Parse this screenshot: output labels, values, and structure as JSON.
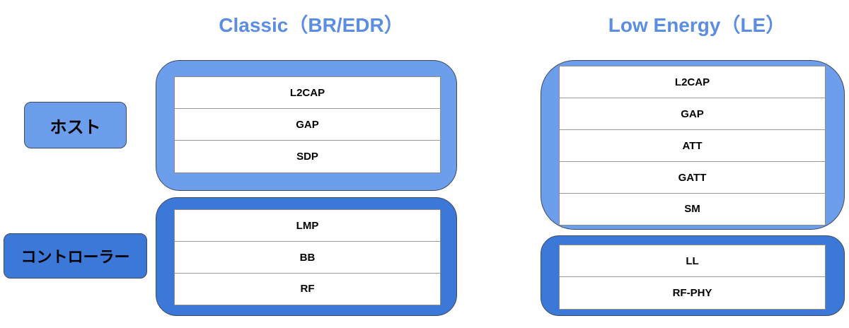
{
  "classic": {
    "title": "Classic（BR/EDR）",
    "host_layers": [
      "L2CAP",
      "GAP",
      "SDP"
    ],
    "controller_layers": [
      "LMP",
      "BB",
      "RF"
    ]
  },
  "le": {
    "title": "Low Energy（LE）",
    "host_layers": [
      "L2CAP",
      "GAP",
      "ATT",
      "GATT",
      "SM"
    ],
    "controller_layers": [
      "LL",
      "RF-PHY"
    ]
  },
  "labels": {
    "host": "ホスト",
    "controller": "コントローラー"
  },
  "colors": {
    "title": "#5b8de3",
    "host_fill": "#6d9eeb",
    "controller_fill": "#3c78d8"
  }
}
